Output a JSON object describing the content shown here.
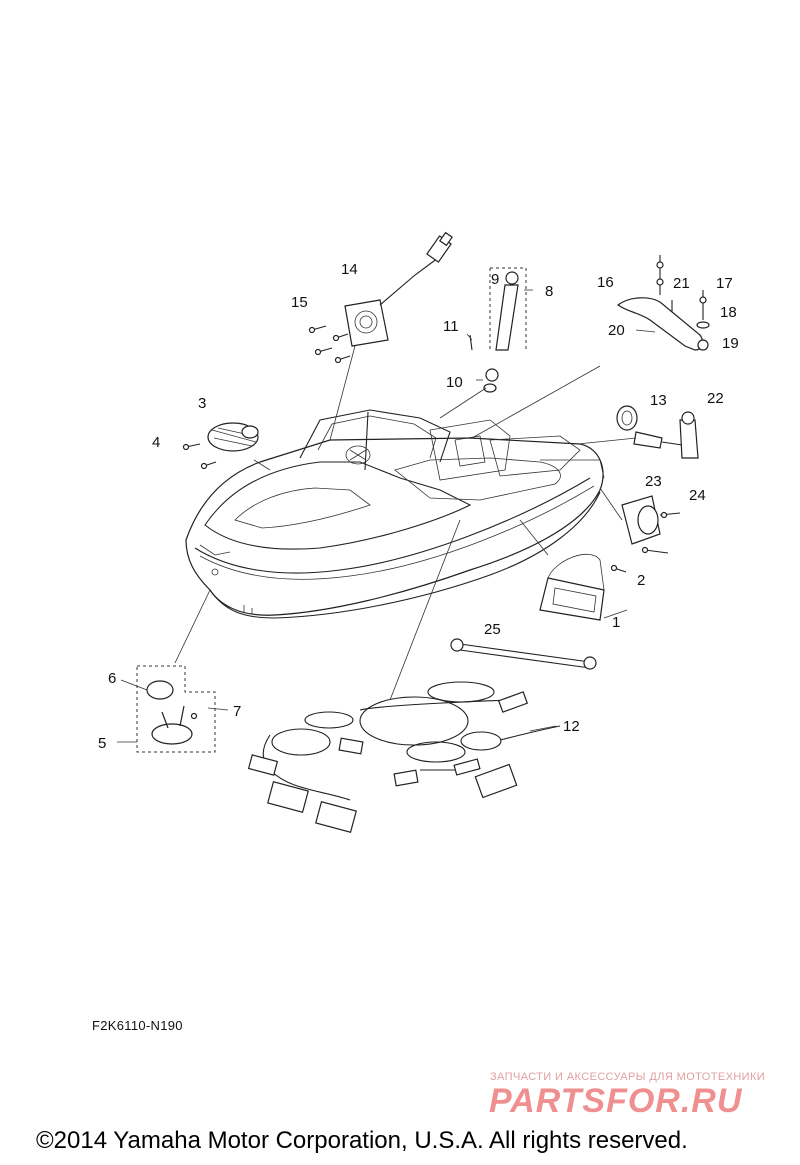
{
  "diagram": {
    "part_numbers": [
      "1",
      "2",
      "3",
      "4",
      "5",
      "6",
      "7",
      "8",
      "9",
      "10",
      "11",
      "12",
      "13",
      "14",
      "15",
      "16",
      "17",
      "18",
      "19",
      "20",
      "21",
      "22",
      "23",
      "24",
      "25"
    ],
    "drawing_code": "F2K6110-N190"
  },
  "watermark": {
    "tagline": "ЗАПЧАСТИ И АКСЕССУАРЫ ДЛЯ МОТОТЕХНИКИ",
    "brand": "PARTSFOR.RU"
  },
  "footer": {
    "copyright": "©2014 Yamaha Motor Corporation, U.S.A. All rights reserved."
  }
}
